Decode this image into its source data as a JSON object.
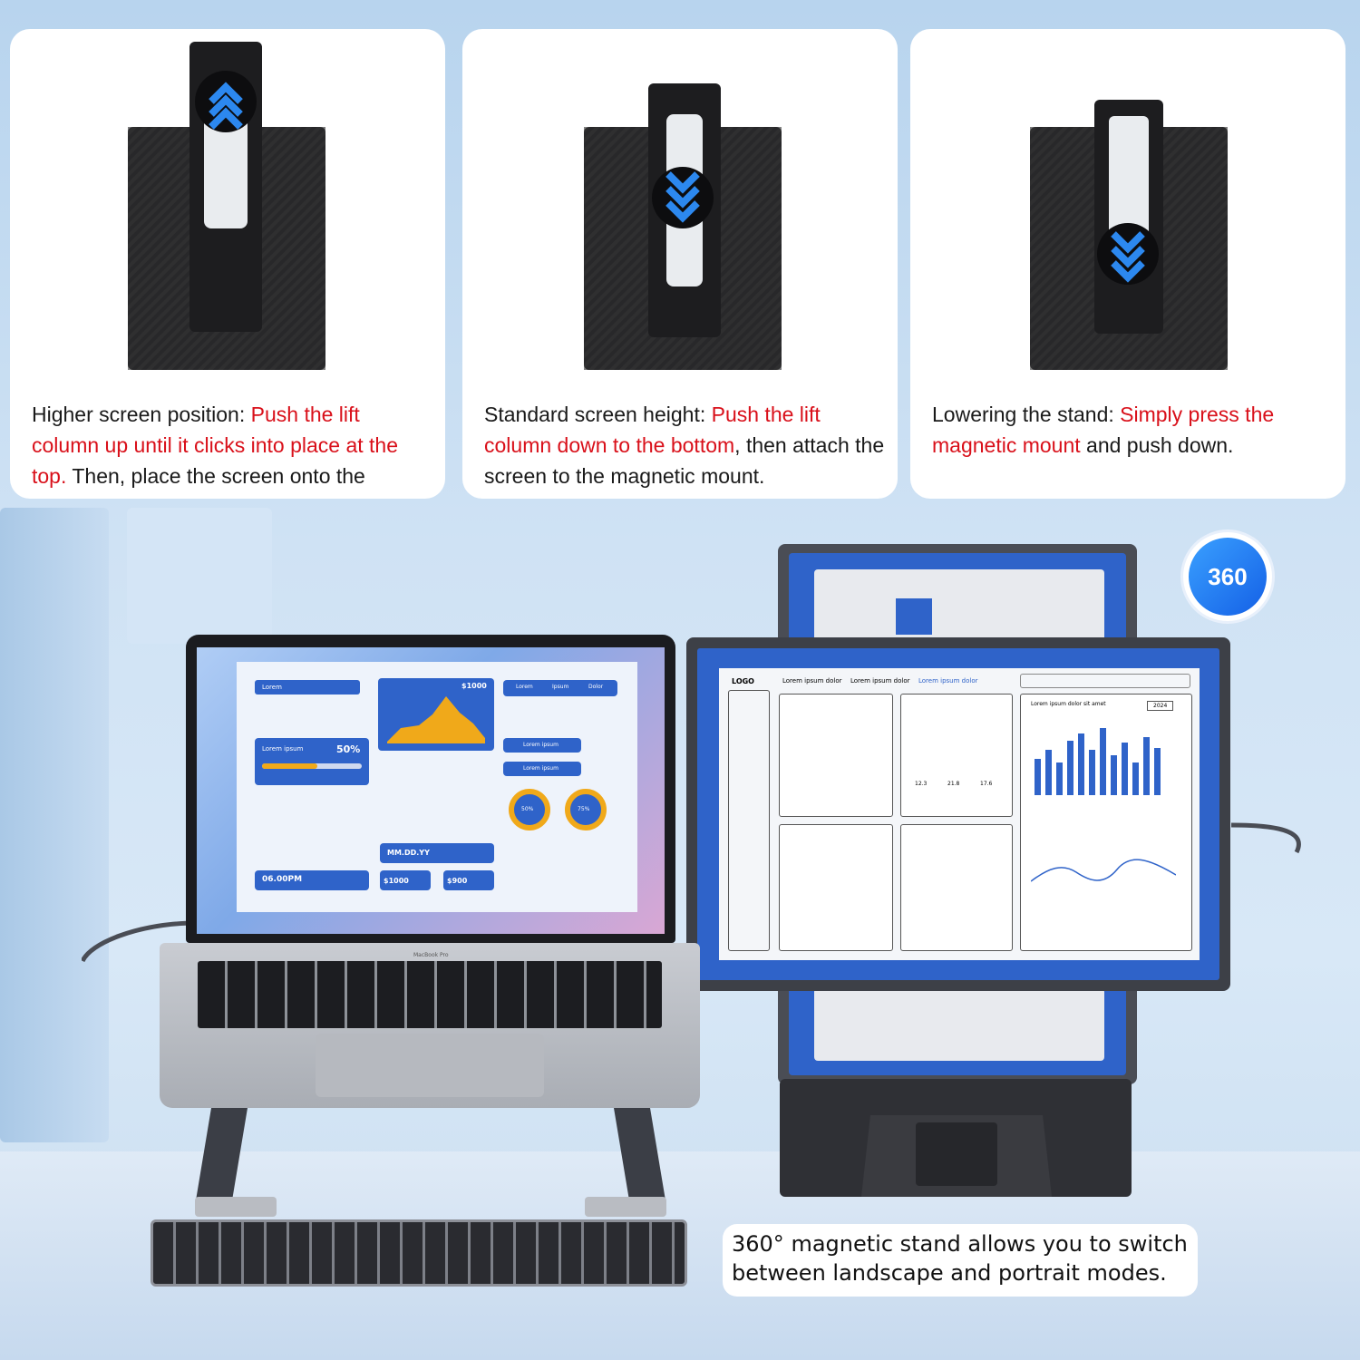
{
  "steps": [
    {
      "prefix": "Higher screen position: ",
      "highlight": "Push the lift column up until it clicks into place at the top.",
      "suffix": " Then, place the screen onto the magnetic mount."
    },
    {
      "prefix": "Standard screen height: ",
      "highlight": "Push the lift column down to the bottom",
      "suffix": ", then attach the screen to the magnetic mount."
    },
    {
      "prefix": "Lowering the stand: ",
      "highlight": "Simply press the magnetic mount",
      "suffix": " and push down."
    }
  ],
  "badge": "360",
  "bottom_caption": "360° magnetic stand allows you to switch between landscape and portrait modes.",
  "laptop_screen": {
    "search": "Lorem",
    "amount": "$1000",
    "tabs": [
      "Lorem",
      "Ipsum",
      "Dolor"
    ],
    "progress_label": "Lorem ipsum",
    "progress_value": "50%",
    "time": "06.00PM",
    "date": "MM.DD.YY",
    "price1": "$1000",
    "price2": "$900",
    "donut1": "50%",
    "donut2": "75%",
    "btn1": "Lorem ipsum",
    "btn2": "Lorem ipsum",
    "brand": "MacBook Pro"
  },
  "monitor_screen": {
    "logo": "LOGO",
    "nav": [
      "Lorem ipsum dolor",
      "Lorem ipsum dolor",
      "Lorem ipsum dolor"
    ],
    "card_title": "Lorem ipsum dolor sit amet",
    "year": "2024",
    "gauges": [
      "12.3",
      "21.8",
      "17.6"
    ]
  },
  "colors": {
    "accent_red": "#d9101a",
    "accent_blue": "#1e6fe0",
    "screen_blue": "#2f63c9"
  }
}
